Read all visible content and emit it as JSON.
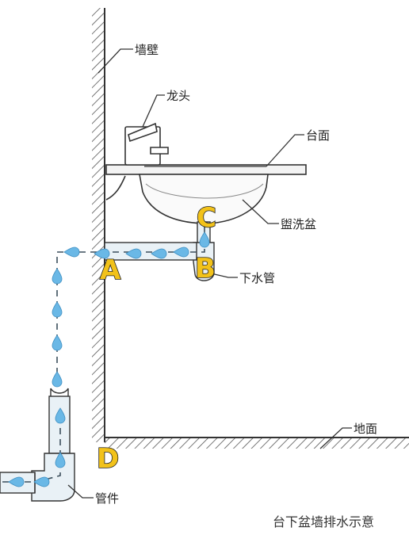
{
  "labels": {
    "wall": "墙壁",
    "faucet": "龙头",
    "countertop": "台面",
    "basin": "盥洗盆",
    "drain_pipe": "下水管",
    "floor": "地面",
    "fitting": "管件"
  },
  "points": {
    "a": "A",
    "b": "B",
    "c": "C",
    "d": "D"
  },
  "caption": "台下盆墙排水示意",
  "colors": {
    "point_marker": "#f2c21a",
    "water_drop": "#6ab8e6",
    "pipe": "#e9f1f6",
    "line": "#333333"
  }
}
